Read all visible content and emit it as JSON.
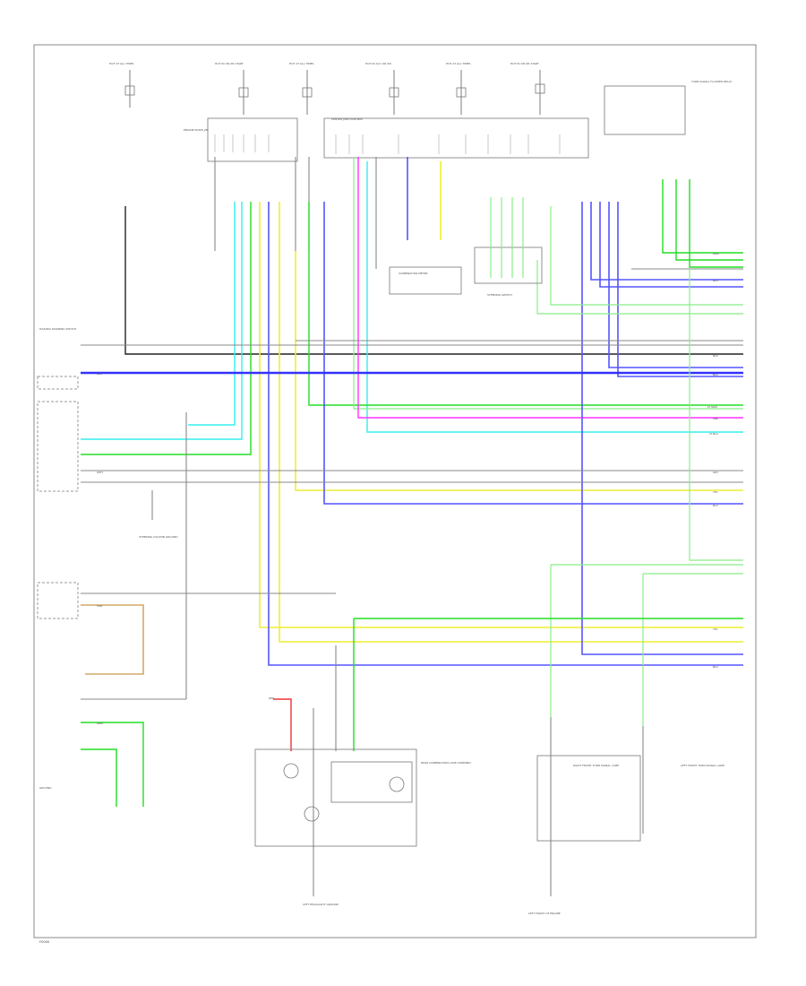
{
  "diagram": {
    "footer_code": "F0000",
    "fuse_labels": [
      "HOT AT ALL TIMES",
      "HOT IN ON OR START",
      "HOT AT ALL TIMES",
      "HOT IN ACC OR ON",
      "HOT AT ALL TIMES",
      "HOT IN ON OR START"
    ],
    "components": {
      "center_junction": "CENTER JUNCTION BOX",
      "engine_room_junction": "ENGINE ROOM J/B",
      "steering_wheel_switch": "STEERING SWITCH",
      "combination_meter": "COMBINATION METER",
      "front_turn_lamp_right": "RIGHT FRONT TURN SIGNAL LAMP",
      "front_turn_lamp_left": "LEFT FRONT TURN SIGNAL LAMP",
      "rear_lamp_assembly": "REAR COMBINATION LAMP ASSEMBLY",
      "hazard_switch": "HAZARD WARNING SWITCH",
      "turn_signal_relay": "TURN SIGNAL FLASHER RELAY",
      "ground_left": "GROUND",
      "ground_center": "LEFT HEADLIGHT GROUND",
      "ground_right": "LEFT FRONT OF ENGINE",
      "ground_hazard": "STEERING COLUMN GROUND"
    },
    "wire_labels": {
      "blue": "BLU",
      "green": "GRN",
      "light_green": "LT GRN",
      "cyan": "LT BLU",
      "pink": "PNK",
      "yellow": "YEL",
      "tan": "TAN",
      "red": "RED",
      "black": "BLK",
      "gray": "GRY",
      "white": "WHT"
    },
    "colors": {
      "blue": "#3333ff",
      "green": "#22dd22",
      "cyan": "#33eeee",
      "pink": "#ff33ff",
      "yellow": "#eeee33",
      "tan": "#d2aa66",
      "red": "#ee3333"
    }
  }
}
